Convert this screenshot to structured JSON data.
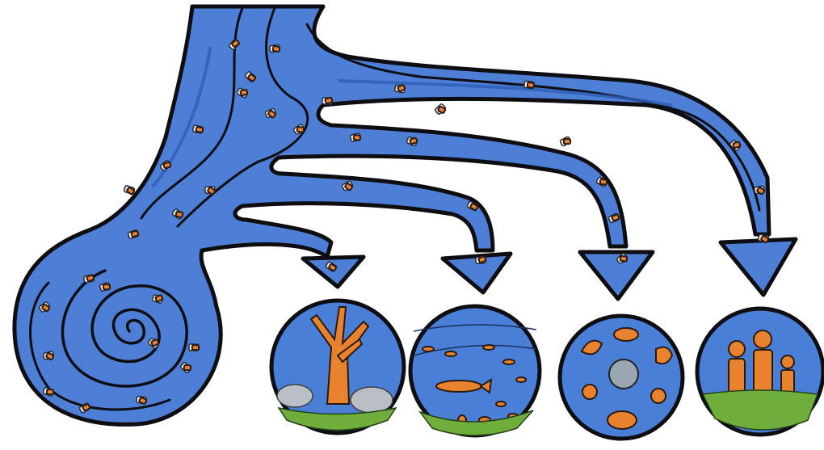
{
  "illustration": {
    "colors": {
      "water": "#4d7fd6",
      "ink": "#0d0d12",
      "debris_orange": "#e9822e",
      "debris_white": "#e8ecf2",
      "background": "#ffffff"
    },
    "panels": [
      {
        "name": "coral-reef",
        "icon": "coral-icon"
      },
      {
        "name": "open-ocean-fish",
        "icon": "fish-school-icon"
      },
      {
        "name": "wildlife",
        "icon": "animals-around-globe-icon"
      },
      {
        "name": "people",
        "icon": "people-icon"
      }
    ],
    "branch_count": 4,
    "debris_count": 40
  }
}
